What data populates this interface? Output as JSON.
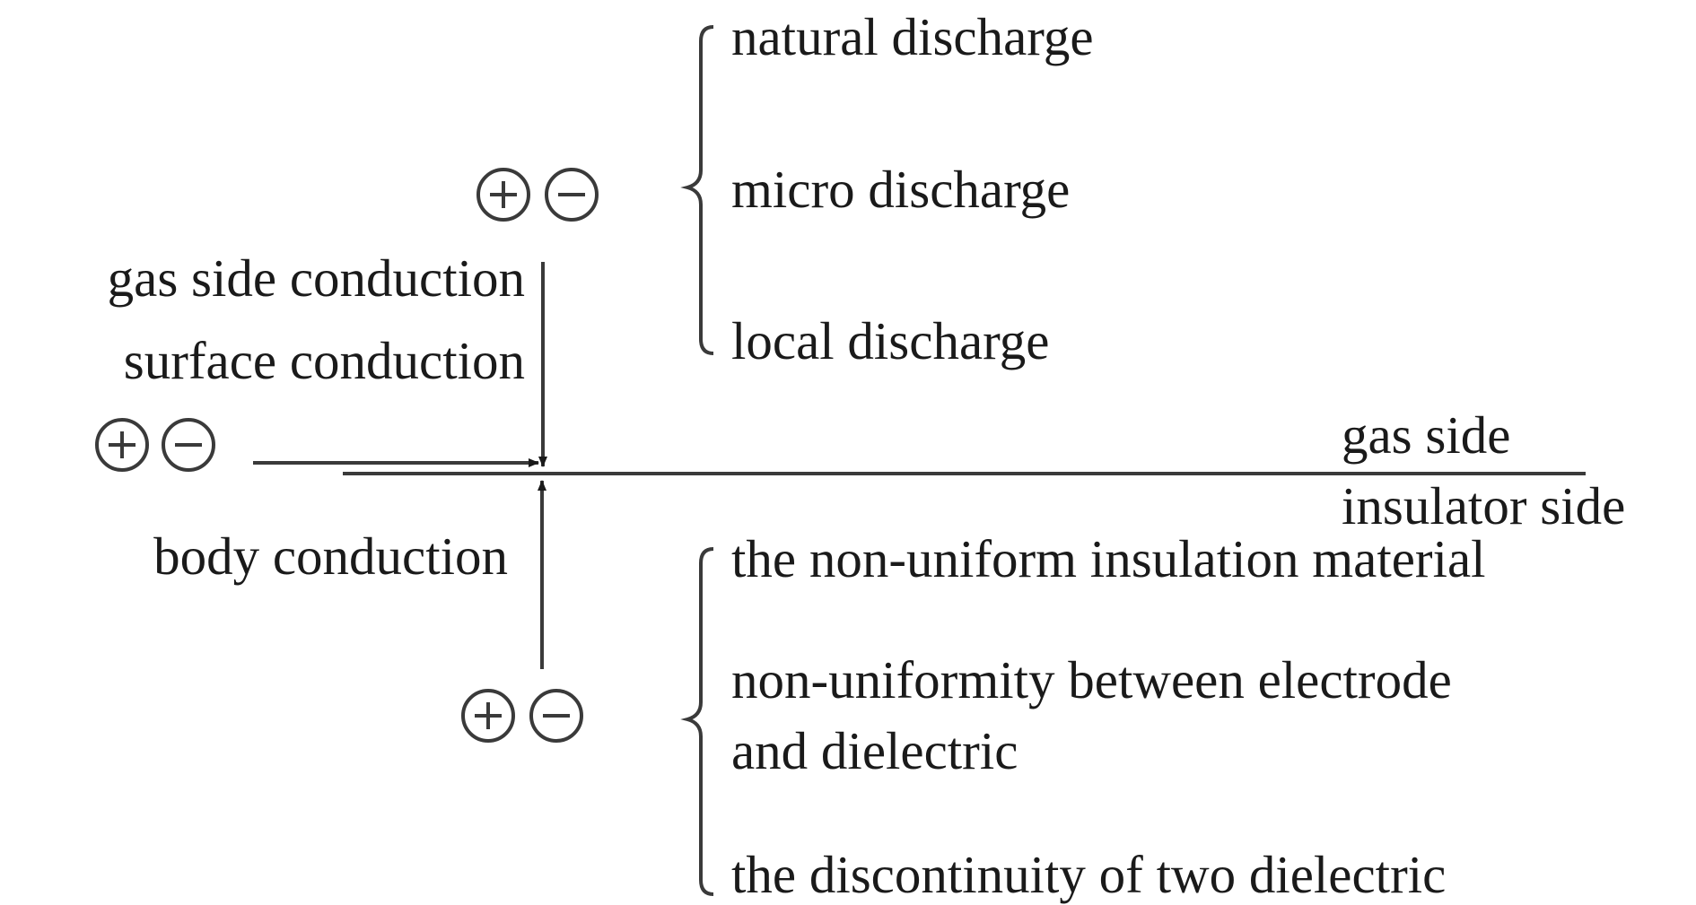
{
  "upper_group": {
    "items": [
      "natural discharge",
      "micro discharge",
      "local discharge"
    ]
  },
  "lower_group": {
    "items": [
      "the non-uniform insulation material",
      "non-uniformity between electrode",
      "and dielectric",
      "the discontinuity of two dielectric"
    ]
  },
  "conduction": {
    "gas_side": "gas side conduction",
    "surface": "surface conduction",
    "body": "body conduction"
  },
  "interface": {
    "gas_side": "gas side",
    "insulator_side": "insulator side"
  },
  "charge": {
    "plus": "+",
    "minus": "−"
  }
}
